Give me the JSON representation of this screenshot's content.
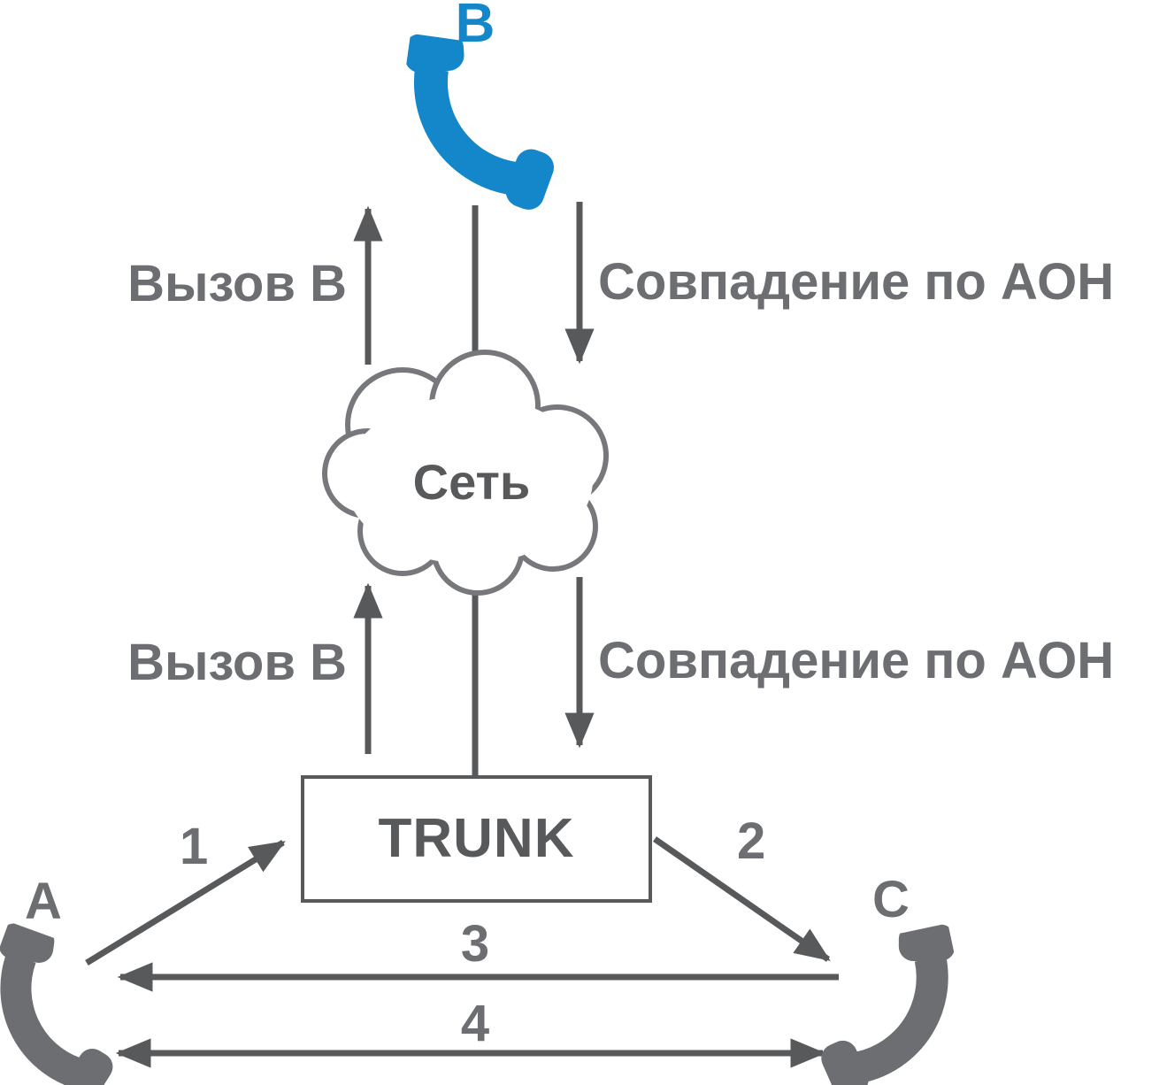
{
  "diagram": {
    "nodes": {
      "phone_b": "B",
      "network": "Сеть",
      "trunk": "TRUNK",
      "phone_a": "A",
      "phone_c": "C"
    },
    "flows": {
      "call_b_upper": "Вызов B",
      "aon_match_upper": "Совпадение по АОН",
      "call_b_lower": "Вызов B",
      "aon_match_lower": "Совпадение по АОН",
      "step_1": "1",
      "step_2": "2",
      "step_3": "3",
      "step_4": "4"
    },
    "icons": {
      "phone_b": "phone-handset-icon",
      "phone_a": "phone-handset-icon",
      "phone_c": "phone-handset-icon",
      "network": "cloud-shape"
    },
    "colors": {
      "phone_b_blue": "#1387c9",
      "label_gray": "#6d6e71",
      "node_text_gray": "#58595b",
      "arrow_gray": "#58595b",
      "cloud_outline_gray": "#77787b"
    }
  }
}
